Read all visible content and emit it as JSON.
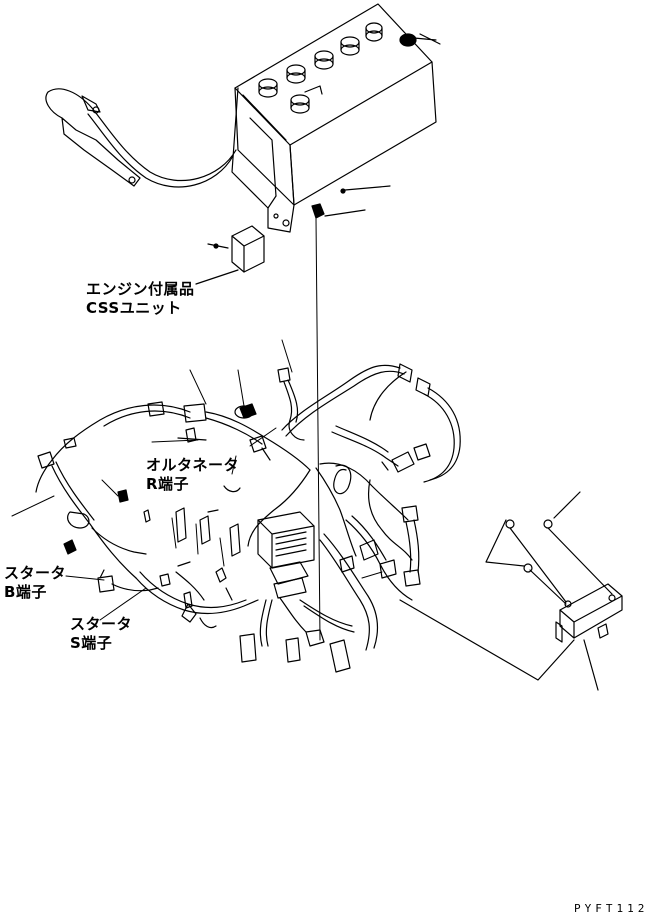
{
  "labels": {
    "engine_accessory": "エンジン付属品",
    "css_unit": "CSSユニット",
    "alternator_r": "オルタネータ",
    "alternator_r_terminal": "R端子",
    "starter_b": "スタータ",
    "starter_b_terminal": "B端子",
    "starter_s": "スタータ",
    "starter_s_terminal": "S端子"
  },
  "drawing_code": "PYFT112",
  "colors": {
    "line": "#000000",
    "background": "#ffffff"
  }
}
